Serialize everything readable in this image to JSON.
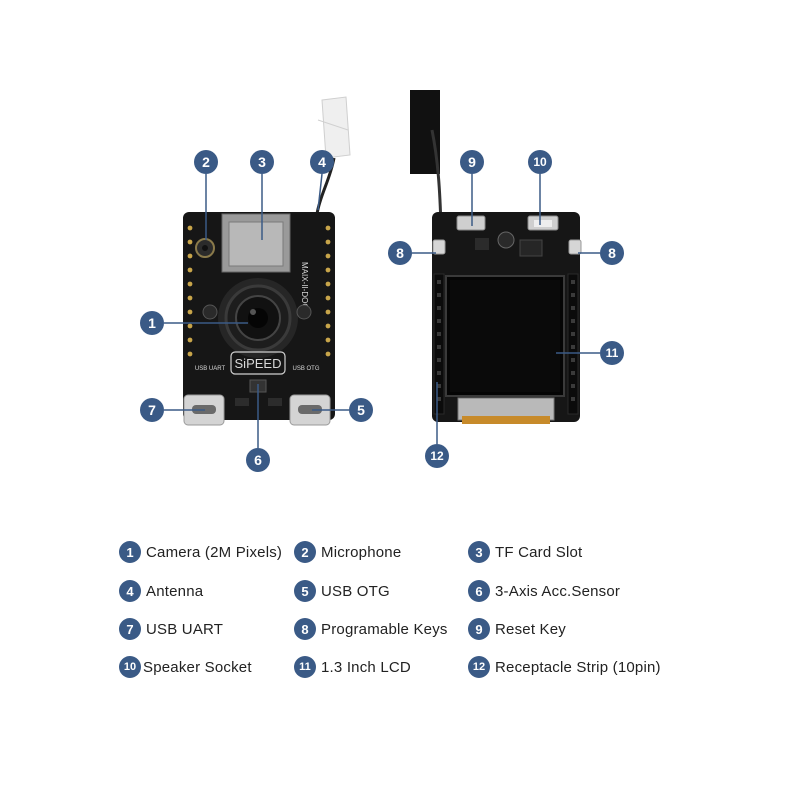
{
  "colors": {
    "accent": "#3a5a86",
    "board": "#161616",
    "text": "#222222"
  },
  "components": [
    {
      "num": "1",
      "label": "Camera (2M Pixels)"
    },
    {
      "num": "2",
      "label": "Microphone"
    },
    {
      "num": "3",
      "label": "TF Card Slot"
    },
    {
      "num": "4",
      "label": "Antenna"
    },
    {
      "num": "5",
      "label": "USB OTG"
    },
    {
      "num": "6",
      "label": "3-Axis Acc.Sensor"
    },
    {
      "num": "7",
      "label": "USB UART"
    },
    {
      "num": "8",
      "label": "Programable Keys"
    },
    {
      "num": "9",
      "label": "Reset Key"
    },
    {
      "num": "10",
      "label": "Speaker Socket"
    },
    {
      "num": "11",
      "label": "1.3 Inch LCD"
    },
    {
      "num": "12",
      "label": "Receptacle Strip (10pin)"
    }
  ],
  "board_silkscreen": {
    "brand": "SiPEED",
    "model": "MAIX-II-DOCK",
    "usb_uart": "USB UART",
    "usb_otg": "USB OTG"
  }
}
